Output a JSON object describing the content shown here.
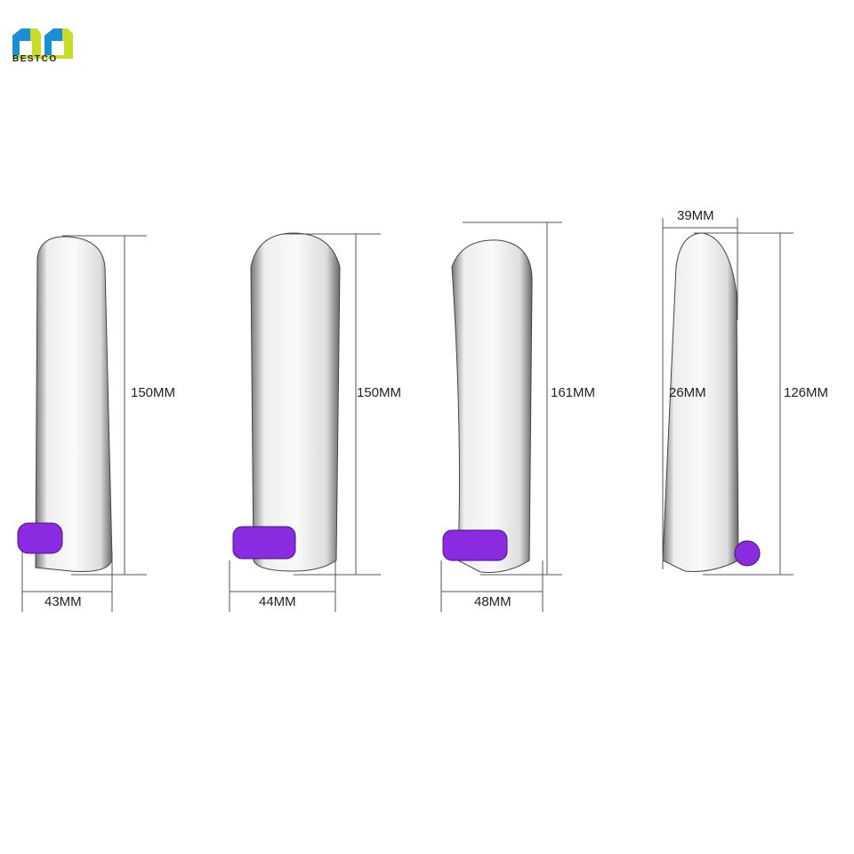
{
  "brand": {
    "name": "BESTCO",
    "colors": {
      "blue": "#1a8fd6",
      "green": "#c8dc2a"
    }
  },
  "products": [
    {
      "length": "150MM",
      "width": "43MM"
    },
    {
      "length": "150MM",
      "width": "44MM"
    },
    {
      "length": "161MM",
      "width": "48MM"
    },
    {
      "length": "126MM",
      "width": "39MM",
      "inner": "26MM"
    }
  ],
  "accent": "#8a2be2"
}
